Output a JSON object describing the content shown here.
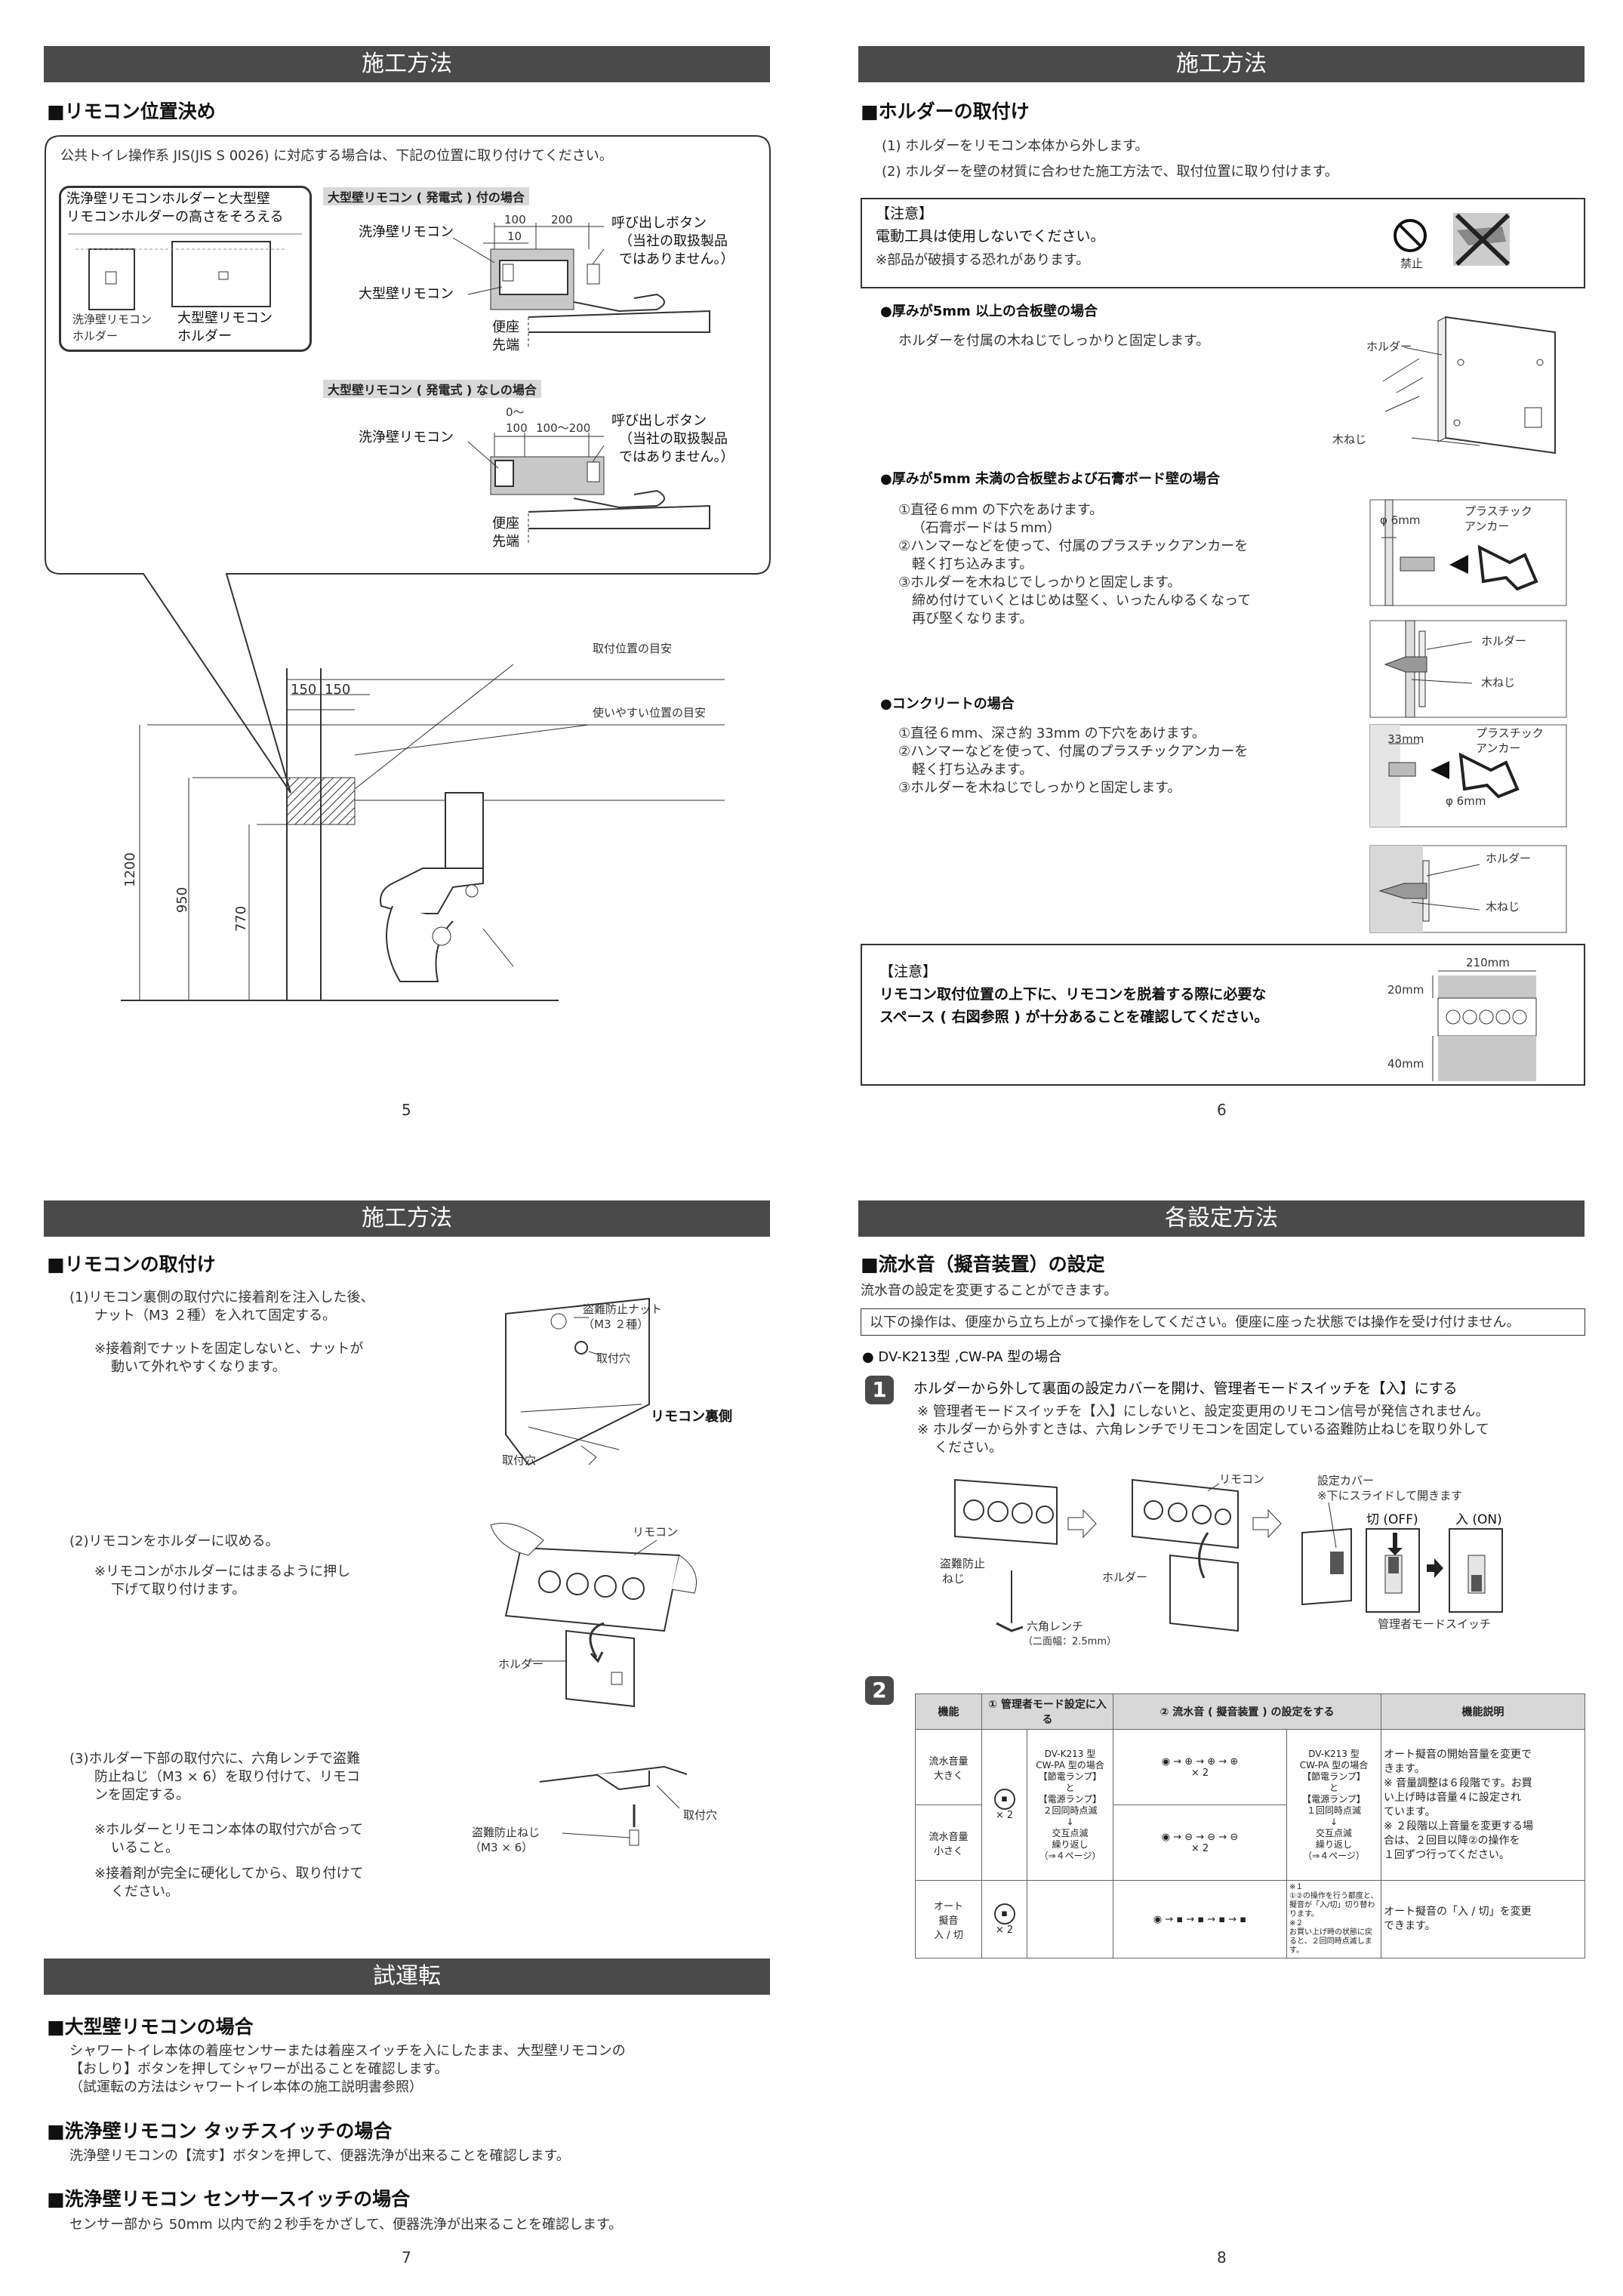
{
  "p5": {
    "header": "施工方法",
    "section": "■リモコン位置決め",
    "intro": "公共トイレ操作系 JIS(JIS S 0026) に対応する場合は、下記の位置に取り付けてください。",
    "inset_title_1": "洗浄壁リモコンホルダーと大型壁",
    "inset_title_2": "リモコンホルダーの高さをそろえる",
    "inset_label_a_1": "洗浄壁リモコン",
    "inset_label_a_2": "ホルダー",
    "inset_label_b_1": "大型壁リモコン",
    "inset_label_b_2": "ホルダー",
    "case1_title": "大型壁リモコン ( 発電式 ) 付の場合",
    "case2_title": "大型壁リモコン ( 発電式 ) なしの場合",
    "label_wash_remote": "洗浄壁リモコン",
    "label_big_remote": "大型壁リモコン",
    "call_btn_1": "呼び出しボタン",
    "call_btn_2": "（当社の取扱製品",
    "call_btn_3": "ではありません。）",
    "seat_1": "便座",
    "seat_2": "先端",
    "dim_100": "100",
    "dim_200": "200",
    "dim_10": "10",
    "dim_0": "0～",
    "dim_100b": "100",
    "dim_100_200": "100～200",
    "guide_install": "取付位置の目安",
    "guide_easy": "使いやすい位置の目安",
    "dim_150a": "150",
    "dim_150b": "150",
    "dim_1200": "1200",
    "dim_950": "950",
    "dim_770": "770",
    "page_num": "5"
  },
  "p6": {
    "header": "施工方法",
    "section": "■ホルダーの取付け",
    "step1": "(1) ホルダーをリモコン本体から外します。",
    "step2": "(2) ホルダーを壁の材質に合わせた施工方法で、取付位置に取り付けます。",
    "caution_title": "【注意】",
    "caution_main": "電動工具は使用しないでください。",
    "caution_sub": "※部品が破損する恐れがあります。",
    "prohibit": "禁止",
    "case_a_title": "●厚みが5mm 以上の合板壁の場合",
    "case_a_text": "ホルダーを付属の木ねじでしっかりと固定します。",
    "label_holder": "ホルダー",
    "label_screw": "木ねじ",
    "case_b_title": "●厚みが5mm 未満の合板壁および石膏ボード壁の場合",
    "case_b_1": "①直径６mm の下穴をあけます。",
    "case_b_1b": "（石膏ボードは５mm）",
    "case_b_2": "②ハンマーなどを使って、付属のプラスチックアンカーを",
    "case_b_2b": "軽く打ち込みます。",
    "case_b_3": "③ホルダーを木ねじでしっかりと固定します。",
    "case_b_3b": "締め付けていくとはじめは堅く、いったんゆるくなって",
    "case_b_3c": "再び堅くなります。",
    "phi6": "φ 6mm",
    "plastic_1": "プラスチック",
    "plastic_2": "アンカー",
    "case_c_title": "●コンクリートの場合",
    "case_c_1": "①直径６mm、深さ約 33mm の下穴をあけます。",
    "case_c_2": "②ハンマーなどを使って、付属のプラスチックアンカーを",
    "case_c_2b": "軽く打ち込みます。",
    "case_c_3": "③ホルダーを木ねじでしっかりと固定します。",
    "dim_33": "33mm",
    "caution2_title": "【注意】",
    "caution2_1": "リモコン取付位置の上下に、リモコンを脱着する際に必要な",
    "caution2_2": "スペース ( 右図参照 ) が十分あることを確認してください。",
    "dim_210": "210mm",
    "dim_20": "20mm",
    "dim_40": "40mm",
    "page_num": "6"
  },
  "p7": {
    "header": "施工方法",
    "section": "■リモコンの取付け",
    "s1_a": "(1)リモコン裏側の取付穴に接着剤を注入した後、",
    "s1_b": "ナット（M3 ２種）を入れて固定する。",
    "s1_n1": "※接着剤でナットを固定しないと、ナットが",
    "s1_n2": "動いて外れやすくなります。",
    "nut_1": "盗難防止ナット",
    "nut_2": "（M3 ２種）",
    "hole": "取付穴",
    "remote_back": "リモコン裏側",
    "s2": "(2)リモコンをホルダーに収める。",
    "s2_n1": "※リモコンがホルダーにはまるように押し",
    "s2_n2": "下げて取り付けます。",
    "remocon": "リモコン",
    "holder": "ホルダー",
    "s3_a": "(3)ホルダー下部の取付穴に、六角レンチで盗難",
    "s3_b": "防止ねじ（M3 × 6）を取り付けて、リモコ",
    "s3_c": "ンを固定する。",
    "s3_n1": "※ホルダーとリモコン本体の取付穴が合って",
    "s3_n2": "いること。",
    "s3_n3": "※接着剤が完全に硬化してから、取り付けて",
    "s3_n4": "ください。",
    "screw_1": "盗難防止ねじ",
    "screw_2": "（M3 × 6）",
    "test_header": "試運転",
    "t1_title": "■大型壁リモコンの場合",
    "t1_a": "シャワートイレ本体の着座センサーまたは着座スイッチを入にしたまま、大型壁リモコンの",
    "t1_b": "【おしり】ボタンを押してシャワーが出ることを確認します。",
    "t1_c": "（試運転の方法はシャワートイレ本体の施工説明書参照）",
    "t2_title": "■洗浄壁リモコン タッチスイッチの場合",
    "t2_a": "洗浄壁リモコンの【流す】ボタンを押して、便器洗浄が出来ることを確認します。",
    "t3_title": "■洗浄壁リモコン センサースイッチの場合",
    "t3_a": "センサー部から 50mm 以内で約２秒手をかざして、便器洗浄が出来ることを確認します。",
    "page_num": "7"
  },
  "p8": {
    "header": "各設定方法",
    "section": "■流水音（擬音装置）の設定",
    "intro": "流水音の設定を変更することができます。",
    "boxnote": "以下の操作は、便座から立ち上がって操作をしてください。便座に座った状態では操作を受け付けません。",
    "model": "● DV-K213型 ,CW-PA 型の場合",
    "step1_num": "1",
    "step1": "ホルダーから外して裏面の設定カバーを開け、管理者モードスイッチを【入】にする",
    "step1_n1": "※ 管理者モードスイッチを【入】にしないと、設定変更用のリモコン信号が発信されません。",
    "step1_n2": "※ ホルダーから外すときは、六角レンチでリモコンを固定している盗難防止ねじを取り外して",
    "step1_n3": "ください。",
    "remocon": "リモコン",
    "cover_1": "設定カバー",
    "cover_2": "※下にスライドして開きます",
    "off": "切 (OFF)",
    "on": "入 (ON)",
    "anti_1": "盗難防止",
    "anti_2": "ねじ",
    "holder": "ホルダー",
    "hex_1": "六角レンチ",
    "hex_2": "（二面幅：2.5mm）",
    "admin_switch": "管理者モードスイッチ",
    "step2_num": "2",
    "th_func": "機能",
    "th_mode": "① 管理者モード設定に入る",
    "th_set": "② 流水音 ( 擬音装置 ) の設定をする",
    "th_desc": "機能説明",
    "r1_func_1": "流水音量",
    "r1_func_2": "大きく",
    "r2_func_1": "流水音量",
    "r2_func_2": "小さく",
    "r3_func_1": "オート",
    "r3_func_2": "擬音",
    "r3_func_3": "入 / 切",
    "x2": "× 2",
    "mode_1": "DV-K213 型",
    "mode_2": "CW-PA 型の場合",
    "mode_3": "【節電ランプ】",
    "mode_4": "と",
    "mode_5": "【電源ランプ】",
    "mode_6": "２回同時点滅",
    "mode_7": "↓",
    "mode_8": "交互点滅",
    "mode_9": "繰り返し",
    "mode_10": "（⇒４ページ）",
    "set_6": "１回同時点滅",
    "desc1_1": "オート擬音の開始音量を変更で",
    "desc1_2": "きます。",
    "desc1_3": "※ 音量調整は６段階です。お買",
    "desc1_4": "い上げ時は音量４に設定され",
    "desc1_5": "ています。",
    "desc1_6": "※ ２段階以上音量を変更する場",
    "desc1_7": "合は、２回目以降②の操作を",
    "desc1_8": "１回ずつ行ってください。",
    "desc2_1": "オート擬音の「入 / 切」を変更",
    "desc2_2": "できます。",
    "fn1": "※１",
    "fn1_t": "①②の操作を行う都度と、擬音が「入/切」切り替わります。",
    "fn2": "※２",
    "fn2_t": "お買い上げ時の状態に戻ると、２回同時点滅します。",
    "page_num": "8"
  }
}
